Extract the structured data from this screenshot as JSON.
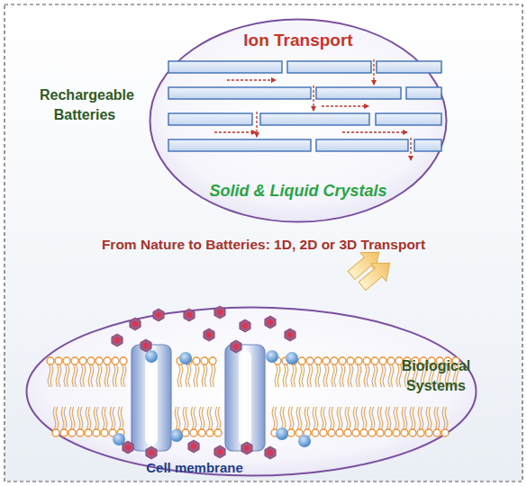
{
  "diagram": {
    "title": "From Nature to Batteries: 1D, 2D or 3D Transport",
    "nodes": [
      {
        "text": [
          "Ion Transport",
          "Solid & Liquid Crystals"
        ]
      },
      {
        "text": [
          "Cell membrane"
        ]
      }
    ],
    "labels": [
      "Rechargeable Batteries",
      "Biological Systems"
    ]
  }
}
